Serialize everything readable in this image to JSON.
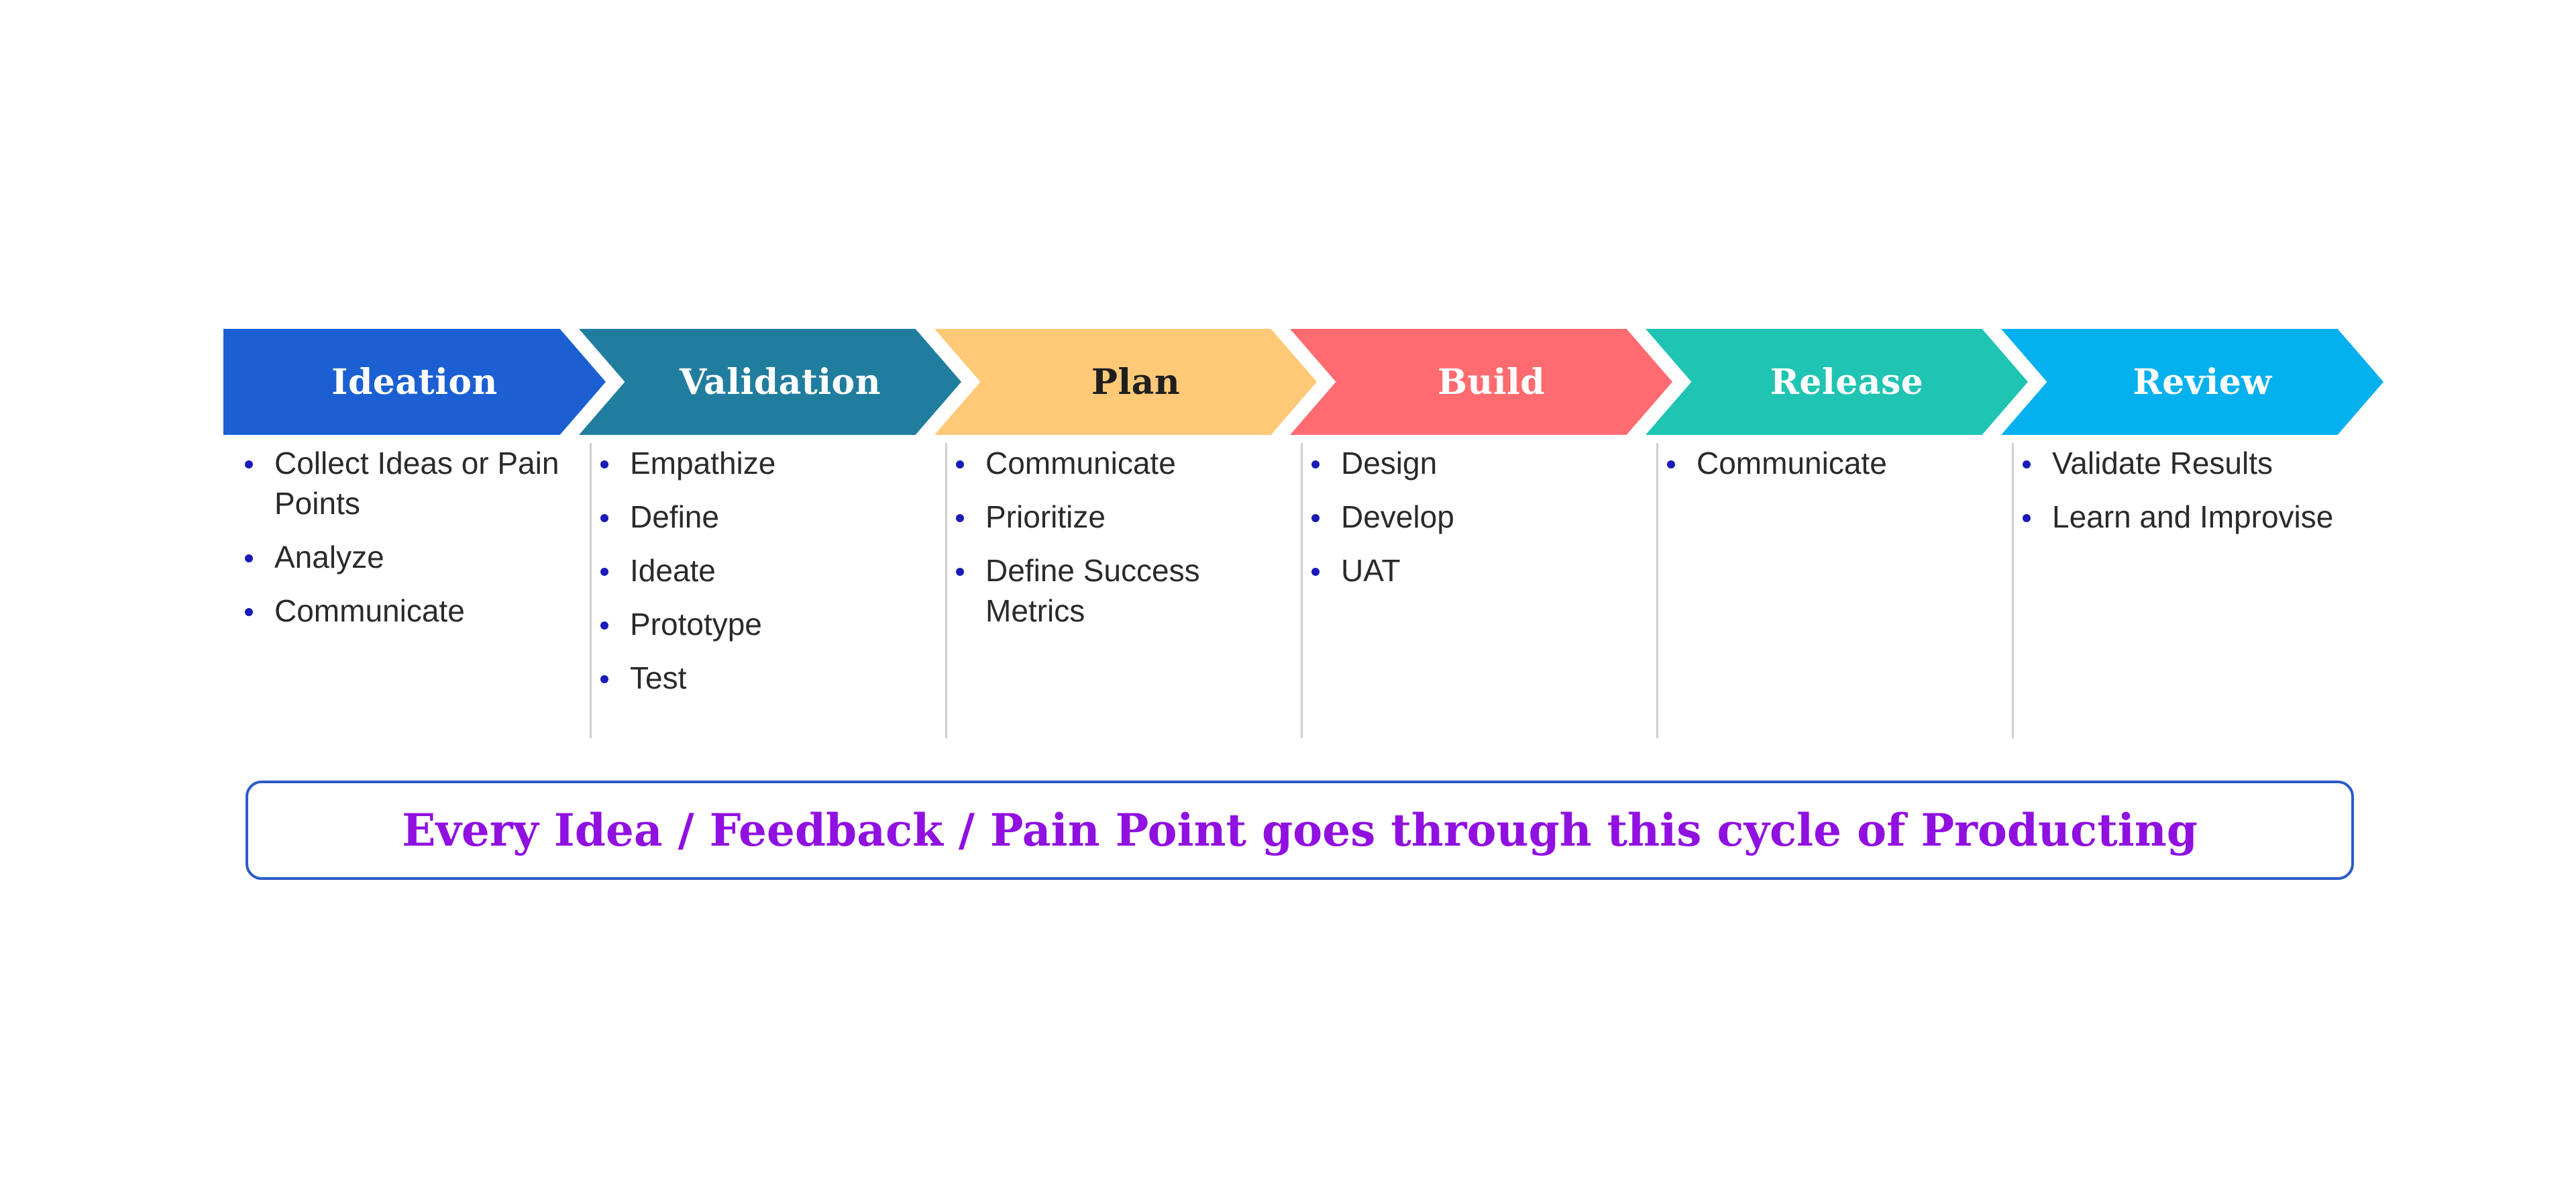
{
  "stages": [
    {
      "label": "Ideation",
      "color": "#1b5fd3",
      "text_color": "#ffffff",
      "items": [
        "Collect Ideas or Pain Points",
        "Analyze",
        "Communicate"
      ]
    },
    {
      "label": "Validation",
      "color": "#217d9e",
      "text_color": "#ffffff",
      "items": [
        "Empathize",
        "Define",
        "Ideate",
        "Prototype",
        "Test"
      ]
    },
    {
      "label": "Plan",
      "color": "#ffc978",
      "text_color": "#1f1f1f",
      "items": [
        "Communicate",
        "Prioritize",
        "Define Success Metrics"
      ]
    },
    {
      "label": "Build",
      "color": "#ff6b6f",
      "text_color": "#ffffff",
      "items": [
        "Design",
        "Develop",
        "UAT"
      ]
    },
    {
      "label": "Release",
      "color": "#1fc4b2",
      "text_color": "#ffffff",
      "items": [
        "Communicate"
      ]
    },
    {
      "label": "Review",
      "color": "#05b0ef",
      "text_color": "#ffffff",
      "items": [
        "Validate Results",
        "Learn and Improvise"
      ]
    }
  ],
  "footer": {
    "text": "Every Idea / Feedback / Pain Point goes through this cycle of Producting",
    "text_color": "#9010e0",
    "border_color": "#2a5cc7"
  },
  "bullet_color": "#1a1ab8"
}
